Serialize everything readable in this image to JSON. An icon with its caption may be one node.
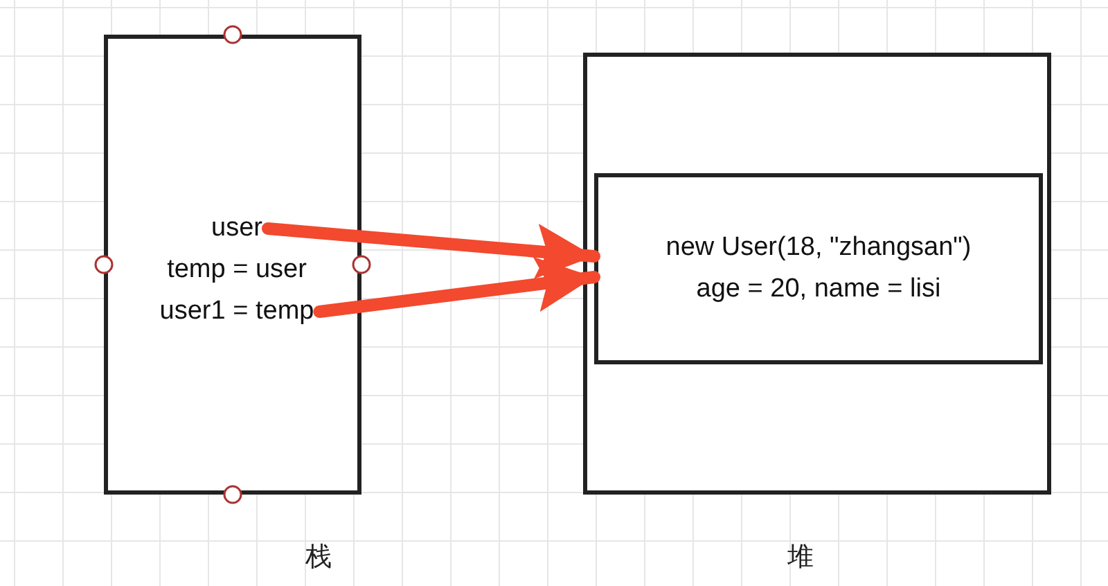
{
  "diagram": {
    "nodes": [
      {
        "text": [],
        "shape": "box",
        "beside": [
          "栈"
        ]
      },
      {
        "text": [
          "user"
        ],
        "in": 0
      },
      {
        "text": [
          "temp = user"
        ],
        "in": 0
      },
      {
        "text": [
          "user1 = temp"
        ],
        "in": 0
      },
      {
        "text": [],
        "shape": "box",
        "beside": [
          "堆"
        ]
      },
      {
        "text": [
          "new User(18, \"zhangsan\")",
          "age = 20, name = lisi"
        ],
        "in": 4
      }
    ],
    "edges": [
      {
        "from": 1,
        "to": 5,
        "arrow": "to"
      },
      {
        "from": 3,
        "to": 5,
        "arrow": "to"
      }
    ]
  }
}
